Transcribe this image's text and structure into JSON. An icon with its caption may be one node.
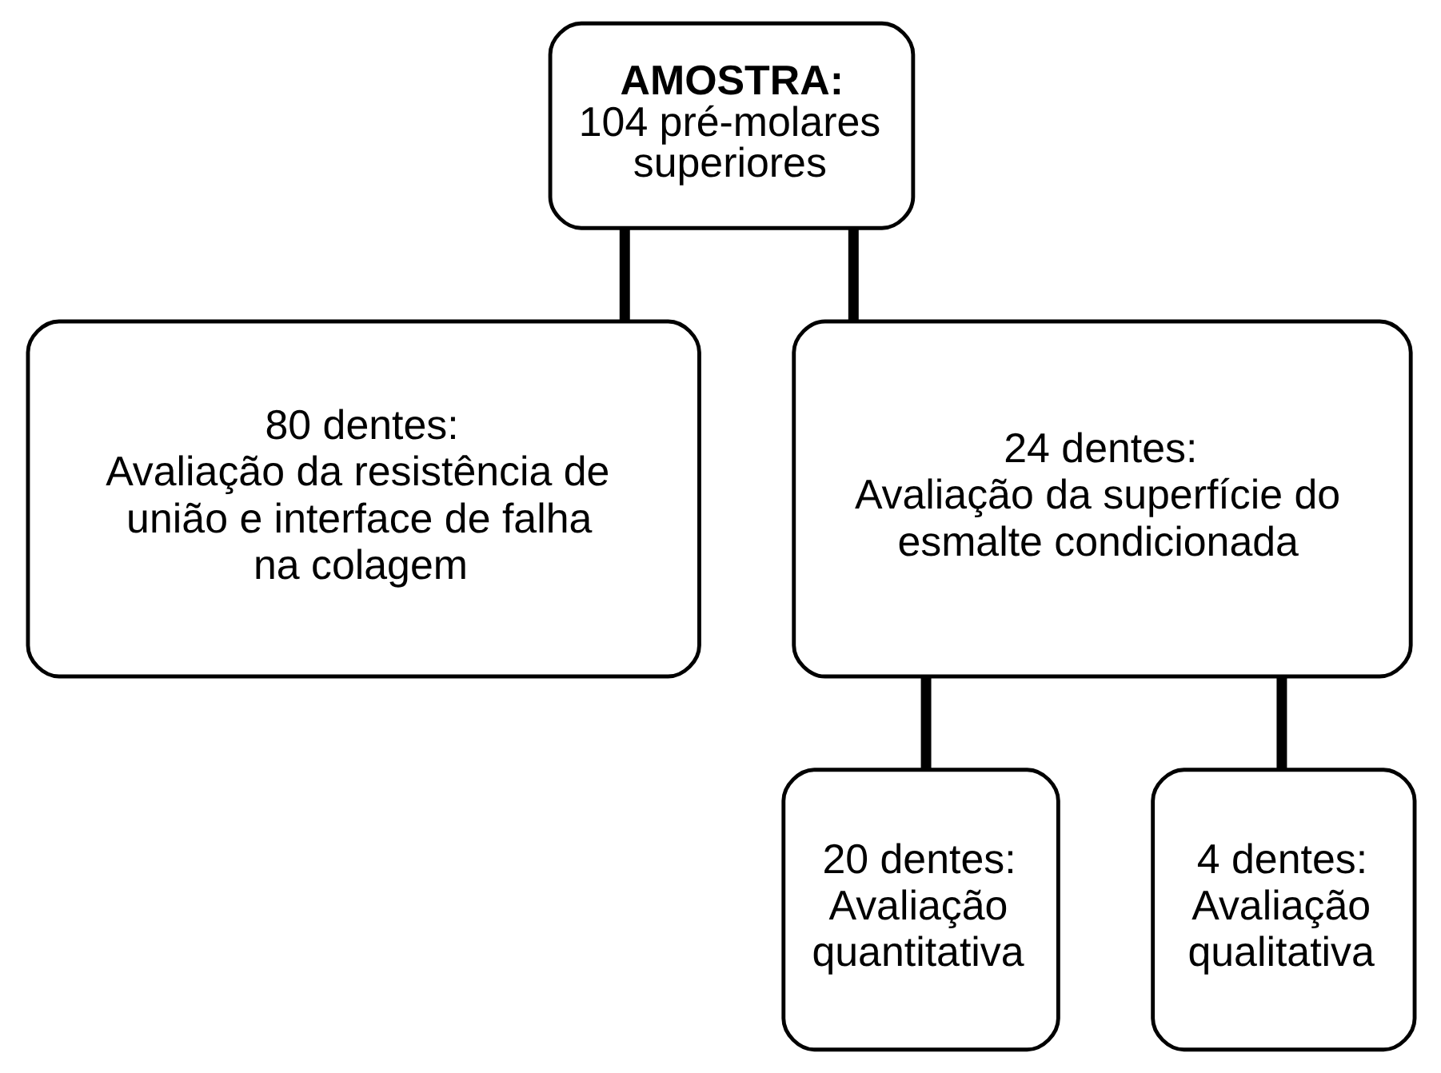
{
  "diagram": {
    "nodes": [
      {
        "text": [
          "AMOSTRA:",
          "104 pré-molares superiores"
        ]
      },
      {
        "text": [
          "80 dentes:",
          "Avaliação da resistência de união e interface de falha na colagem"
        ]
      },
      {
        "text": [
          "24 dentes:",
          "Avaliação da superfície do esmalte condicionada"
        ]
      },
      {
        "text": [
          "20 dentes:",
          "Avaliação quantitativa"
        ]
      },
      {
        "text": [
          "4 dentes:",
          "Avaliação qualitativa"
        ]
      }
    ],
    "edges": [
      {
        "from": 0,
        "to": 1,
        "arrow": "none"
      },
      {
        "from": 0,
        "to": 2,
        "arrow": "none"
      },
      {
        "from": 2,
        "to": 3,
        "arrow": "none"
      },
      {
        "from": 2,
        "to": 4,
        "arrow": "none"
      }
    ]
  }
}
